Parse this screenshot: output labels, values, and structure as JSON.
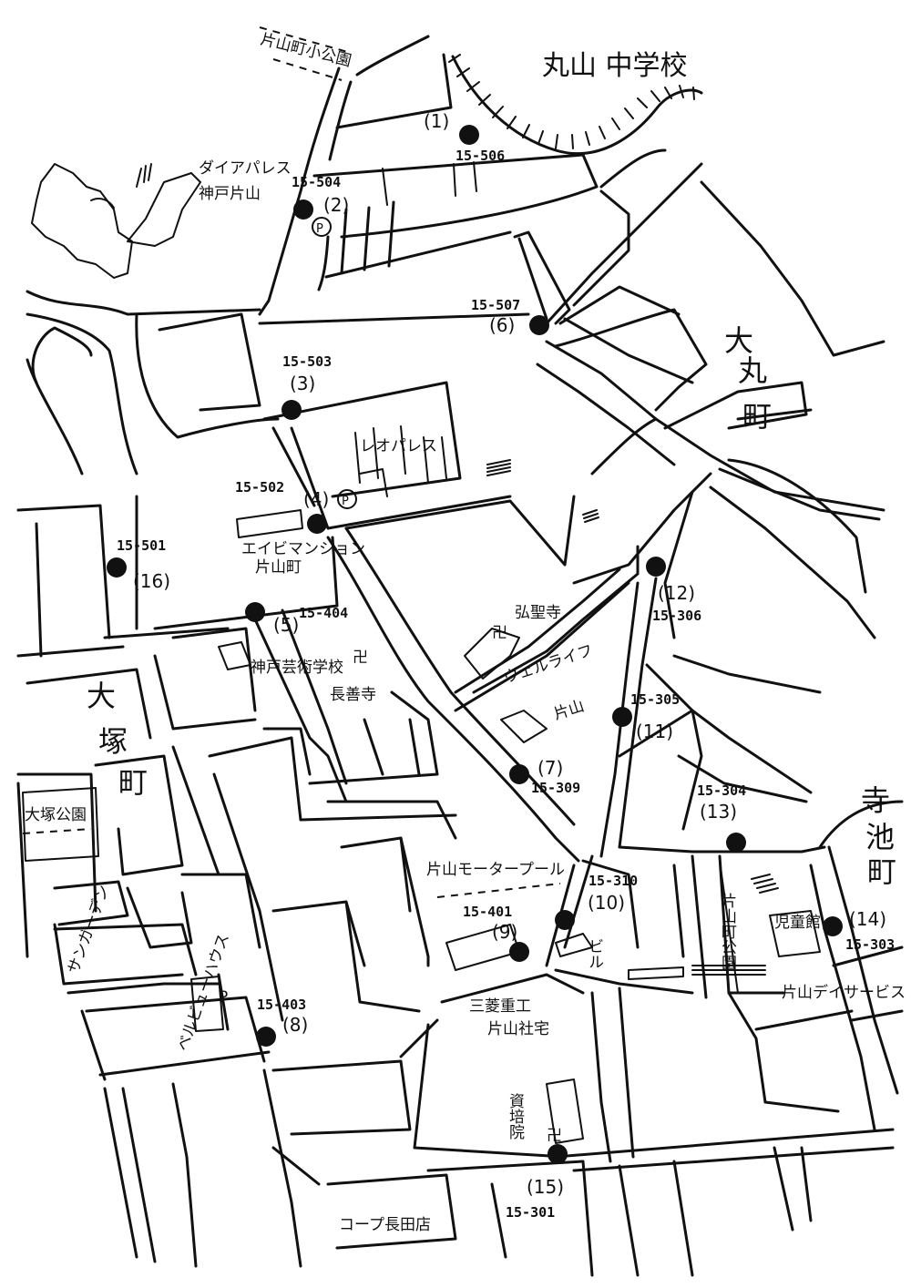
{
  "map": {
    "school": "丸山 中学校",
    "district_labels": {
      "omaru_1": "大",
      "omaru_2": "丸",
      "omaru_3": "町",
      "otsuka_1": "大",
      "otsuka_2": "塚",
      "otsuka_3": "町",
      "teraike_1": "寺",
      "teraike_2": "池",
      "teraike_3": "町"
    },
    "places": {
      "katayama_small_park": "片山町小公園",
      "diapalace_1": "ダイアパレス",
      "diapalace_2": "神戸片山",
      "parking_1": "P",
      "parking_2": "P",
      "parking_3": "P",
      "leo_palace": "レオパレス",
      "ebi_mansion_1": "エイビマンション",
      "ebi_mansion_2": "片山町",
      "kobe_art_school": "神戸芸術学校",
      "chozenji": "長善寺",
      "kojiji": "弘聖寺",
      "well_life_1": "ウェルライフ",
      "well_life_2": "片山",
      "otsuka_park": "大塚公園",
      "katayama_motor_pool": "片山モータープール",
      "mitsubishi_1": "三菱重工",
      "mitsubishi_2": "片山社宅",
      "sun_garden": "サンガーデン",
      "bellevue": "ベルビューハウス",
      "katayama_park": "片山町公園",
      "children_hall": "児童館",
      "katayama_day_service": "片山デイサービス",
      "building": "ビル",
      "shinkoin": "資培院",
      "coop": "コープ長田店",
      "temple_mark": "卍"
    },
    "markers": [
      {
        "num": "(1)",
        "code": "15-506"
      },
      {
        "num": "(2)",
        "code": "15-504"
      },
      {
        "num": "(3)",
        "code": "15-503"
      },
      {
        "num": "(4)",
        "code": "15-502"
      },
      {
        "num": "(5)",
        "code": "15-404"
      },
      {
        "num": "(6)",
        "code": "15-507"
      },
      {
        "num": "(7)",
        "code": "15-309"
      },
      {
        "num": "(8)",
        "code": "15-403"
      },
      {
        "num": "(9)",
        "code": "15-401"
      },
      {
        "num": "(10)",
        "code": "15-310"
      },
      {
        "num": "(11)",
        "code": "15-305"
      },
      {
        "num": "(12)",
        "code": "15-306"
      },
      {
        "num": "(13)",
        "code": "15-304"
      },
      {
        "num": "(14)",
        "code": "15-303"
      },
      {
        "num": "(15)",
        "code": "15-301"
      },
      {
        "num": "(16)",
        "code": "15-501"
      }
    ],
    "colors": {
      "ink": "#111111",
      "paper": "#ffffff"
    }
  }
}
